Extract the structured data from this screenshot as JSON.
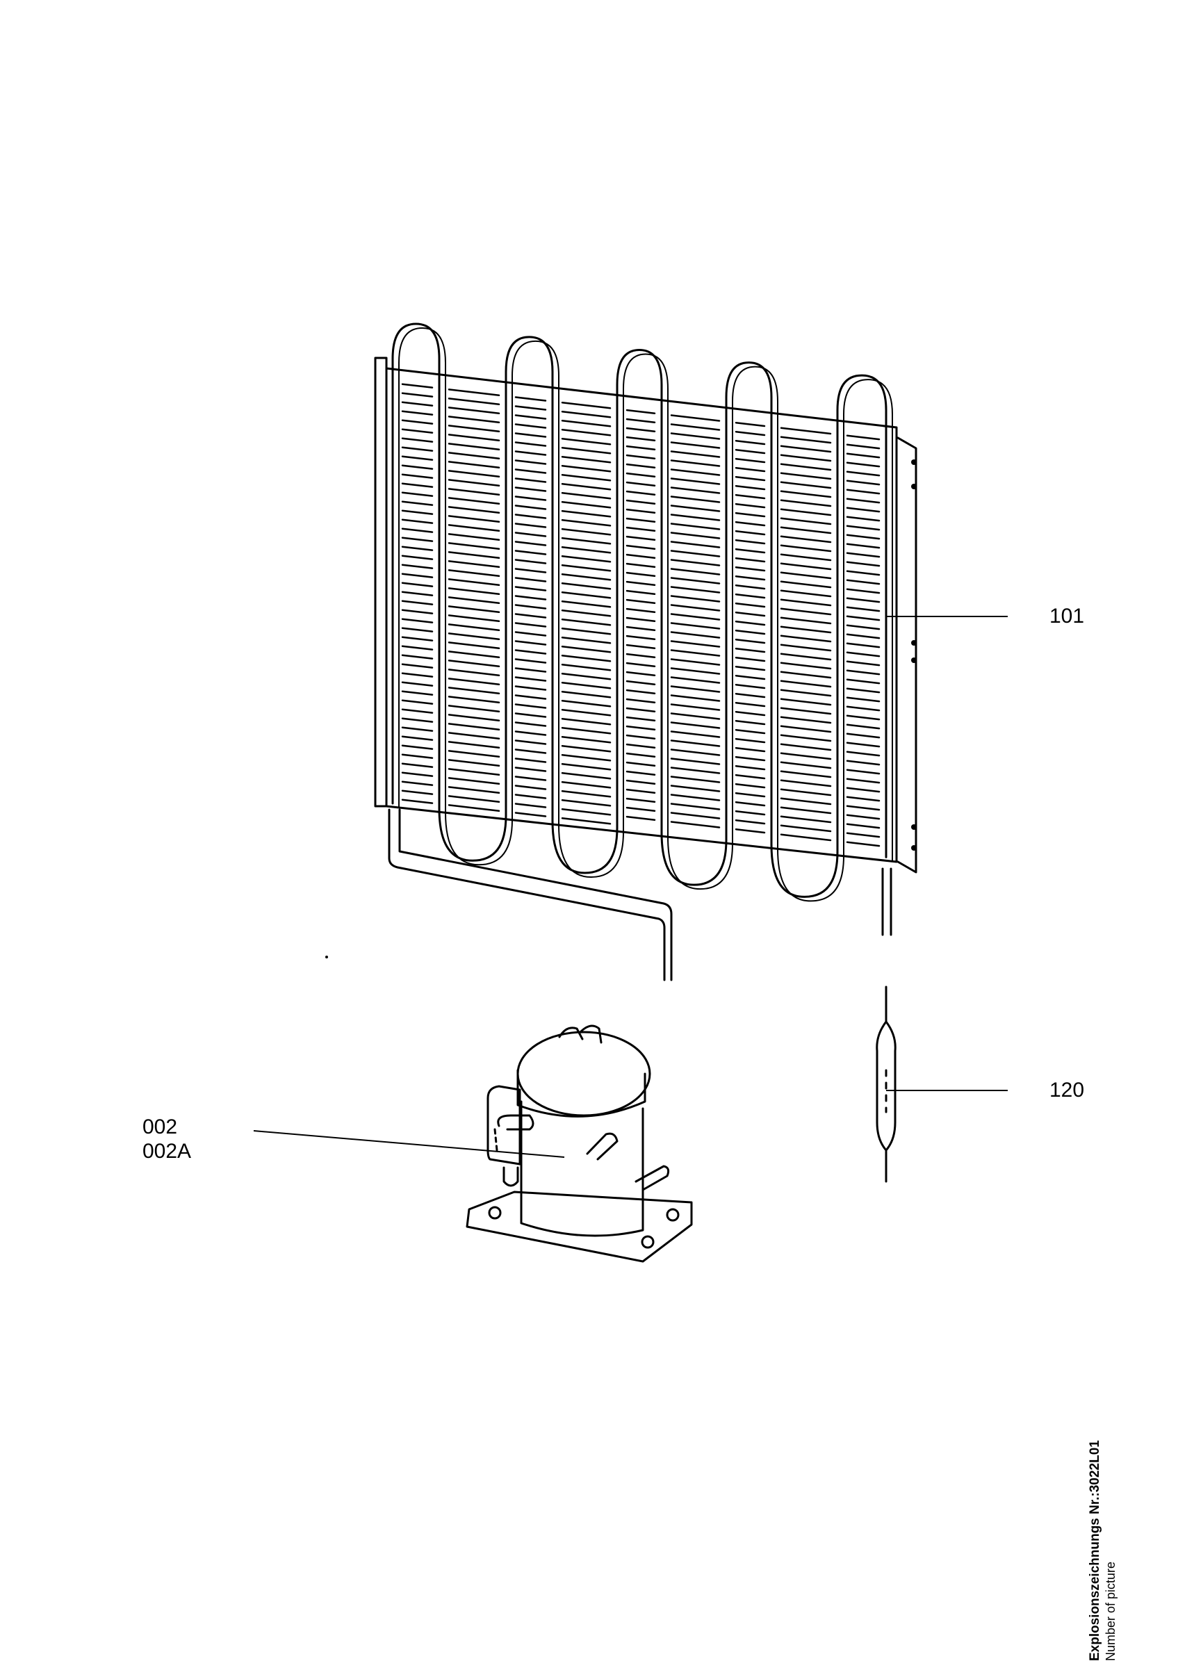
{
  "callouts": {
    "condenser": "101",
    "filter_drier": "120",
    "compressor_line1": "002",
    "compressor_line2": "002A"
  },
  "footer": {
    "drawing_number": "Explosionszeichnungs Nr.:3022L01",
    "subtitle": "Number of picture"
  },
  "colors": {
    "ink": "#000000",
    "paper": "#ffffff"
  }
}
